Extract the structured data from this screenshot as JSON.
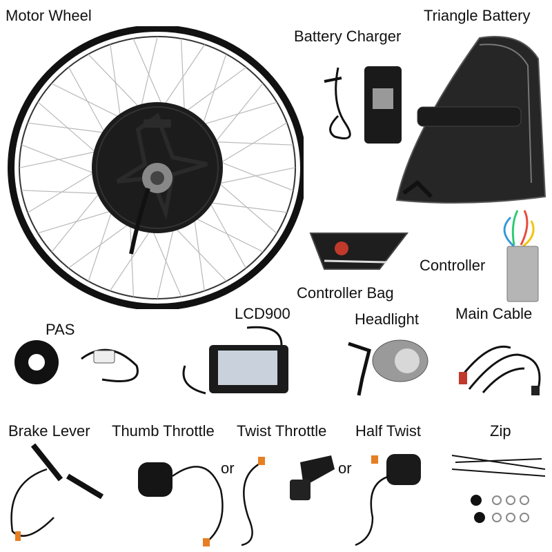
{
  "labels": {
    "motor_wheel": "Motor Wheel",
    "triangle_battery": "Triangle Battery",
    "battery_charger": "Battery Charger",
    "controller": "Controller",
    "controller_bag": "Controller Bag",
    "lcd": "LCD900",
    "pas": "PAS",
    "headlight": "Headlight",
    "main_cable": "Main Cable",
    "brake_lever": "Brake Lever",
    "thumb_throttle": "Thumb Throttle",
    "twist_throttle": "Twist Throttle",
    "half_twist": "Half Twist",
    "zip": "Zip",
    "or_1": "or",
    "or_2": "or"
  },
  "colors": {
    "product_black": "#1a1a1a",
    "rim_dark": "#111111",
    "spoke_silver": "#b8b8b8",
    "lcd_screen": "#c9d2dc",
    "highlight_red": "#c0392b"
  }
}
